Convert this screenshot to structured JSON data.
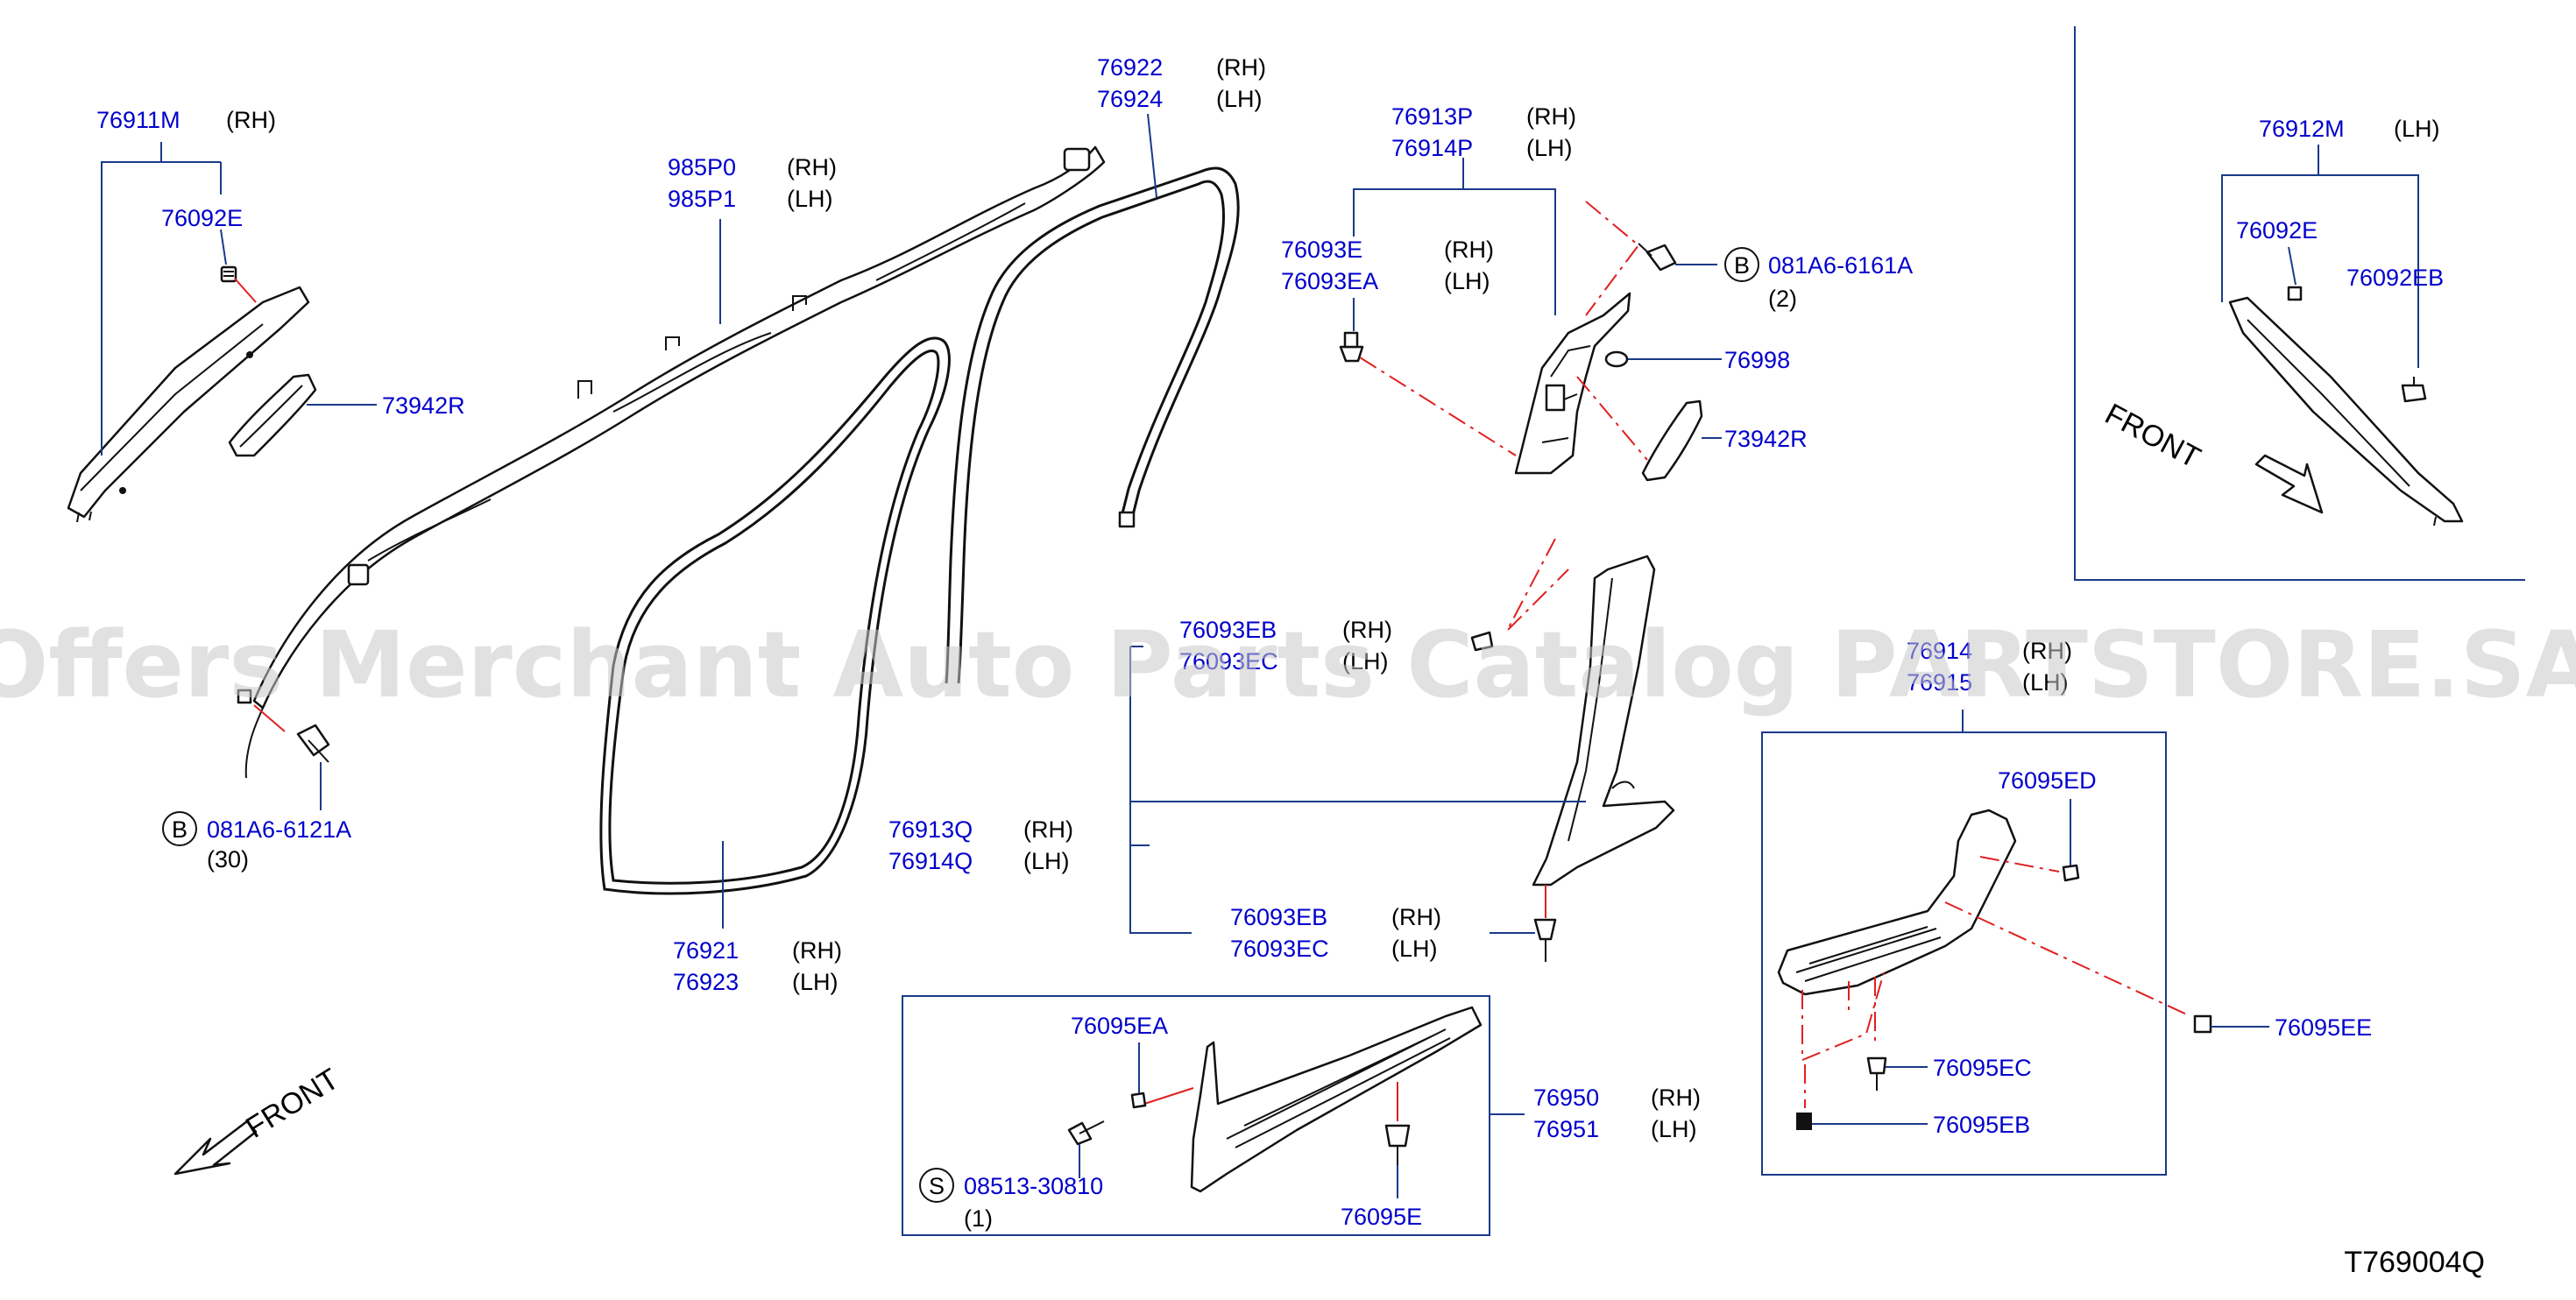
{
  "watermark": "Offers Merchant Auto Parts Catalog PARTSTORE.SA",
  "drawing_code": "T769004Q",
  "front_label": "FRONT",
  "labels": {
    "p76911M": "76911M",
    "p76911M_s": "(RH)",
    "p76092E_a": "76092E",
    "p73942R_a": "73942R",
    "p985P0": "985P0",
    "p985P0_s": "(RH)",
    "p985P1": "985P1",
    "p985P1_s": "(LH)",
    "p76922": "76922",
    "p76922_s": "(RH)",
    "p76924": "76924",
    "p76924_s": "(LH)",
    "p76913P": "76913P",
    "p76913P_s": "(RH)",
    "p76914P": "76914P",
    "p76914P_s": "(LH)",
    "p76093E": "76093E",
    "p76093E_s": "(RH)",
    "p76093EA": "76093EA",
    "p76093EA_s": "(LH)",
    "p081A6_6161A": "081A6-6161A",
    "p081A6_6161A_q": "(2)",
    "p76998": "76998",
    "p73942R_b": "73942R",
    "p76912M": "76912M",
    "p76912M_s": "(LH)",
    "p76092E_b": "76092E",
    "p76092EB": "76092EB",
    "p76093EB_a": "76093EB",
    "p76093EB_a_s": "(RH)",
    "p76093EC_a": "76093EC",
    "p76093EC_a_s": "(LH)",
    "p76913Q": "76913Q",
    "p76913Q_s": "(RH)",
    "p76914Q": "76914Q",
    "p76914Q_s": "(LH)",
    "p76093EB_b": "76093EB",
    "p76093EB_b_s": "(RH)",
    "p76093EC_b": "76093EC",
    "p76093EC_b_s": "(LH)",
    "p081A6_6121A": "081A6-6121A",
    "p081A6_6121A_q": "(30)",
    "p76921": "76921",
    "p76921_s": "(RH)",
    "p76923": "76923",
    "p76923_s": "(LH)",
    "p76914_partial": "76914",
    "p76914_partial_s": "(RH)",
    "p76915_partial": "76915",
    "p76915_partial_s": "(LH)",
    "p76095ED": "76095ED",
    "p76095EE": "76095EE",
    "p76095EC": "76095EC",
    "p76095EB": "76095EB",
    "p76095EA": "76095EA",
    "p08513_30810": "08513-30810",
    "p08513_30810_q": "(1)",
    "p76950": "76950",
    "p76950_s": "(RH)",
    "p76951": "76951",
    "p76951_s": "(LH)",
    "p76095E": "76095E",
    "bolt_mark_b": "B",
    "screw_mark_s": "S"
  }
}
